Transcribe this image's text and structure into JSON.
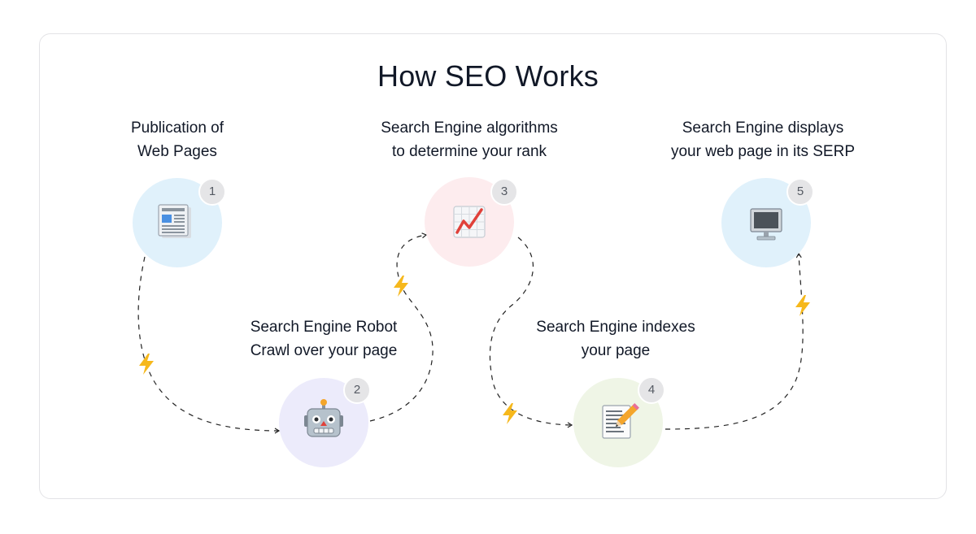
{
  "title": "How SEO Works",
  "steps": [
    {
      "number": "1",
      "line1": "Publication of",
      "line2": "Web Pages",
      "icon": "newspaper-icon",
      "color": "#e0f1fb"
    },
    {
      "number": "2",
      "line1": "Search Engine Robot",
      "line2": "Crawl over your page",
      "icon": "robot-icon",
      "color": "#ecebfb"
    },
    {
      "number": "3",
      "line1": "Search Engine algorithms",
      "line2": "to determine your rank",
      "icon": "chart-icon",
      "color": "#fdecee"
    },
    {
      "number": "4",
      "line1": "Search Engine indexes",
      "line2": "your page",
      "icon": "memo-icon",
      "color": "#eff5e6"
    },
    {
      "number": "5",
      "line1": "Search Engine displays",
      "line2": "your web page in its SERP",
      "icon": "computer-icon",
      "color": "#e0f1fb"
    }
  ],
  "connector_icon": "lightning-bolt-icon",
  "colors": {
    "bolt": "#f6b81c",
    "path": "#222222",
    "badge": "#e5e5e7"
  }
}
